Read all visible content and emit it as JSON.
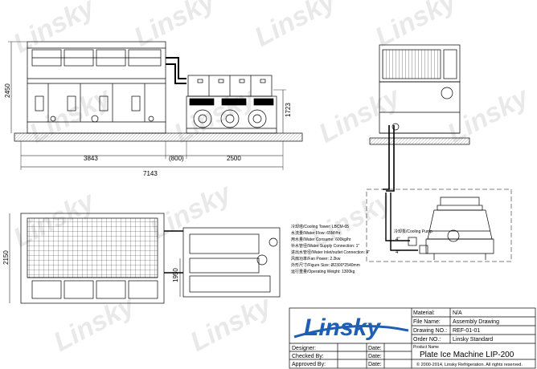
{
  "watermark": "Linsky",
  "dims": {
    "left_height": "2450",
    "right_unit_height": "1723",
    "len_a": "3843",
    "len_gap": "(800)",
    "len_b": "2500",
    "len_total": "7143",
    "plan_depth": "2150",
    "plan_inner": "1950",
    "pipe_a": "4\"",
    "pipe_b": "4\""
  },
  "cooling_pump_label": "冷却泵/Cooling Pump",
  "specs": [
    "冷却塔/Cooling Tower: LBCM-65",
    "水流量/Water Flow: 65M³/hr",
    "用水量/Water Consume: 600kg/hr",
    "补水管径/Water Supply Connection: 1\"",
    "进出水管径/Water Inlet/outlet Connection: 4\"",
    "风扇功率/Fan Power: 2.2kw",
    "外形尺寸/Figure Size: Ø2300*2540mm",
    "运行重量/Operating Weight: 1300kg"
  ],
  "title_block": {
    "logo": "Linsky",
    "material_label": "Material:",
    "material_value": "N/A",
    "file_name_label": "File Name:",
    "file_name_value": "Assembly Drawing",
    "drawing_no_label": "Drawing NO.:",
    "drawing_no_value": "REF-01-01",
    "order_no_label": "Order NO.:",
    "order_no_value": "Linsky Standard",
    "product_name_label": "Product Name",
    "product_name_value": "Plate Ice Machine LIP-200",
    "copyright": "© 2000-2014, Linsky Refrigeration. All rights reserved.",
    "designer_label": "Designer:",
    "checked_label": "Checked By:",
    "approved_label": "Approved By:",
    "date_label": "Date:"
  },
  "colors": {
    "line": "#000000",
    "accent_blue": "#1f5fb3",
    "watermark": "#d8d8d8"
  }
}
